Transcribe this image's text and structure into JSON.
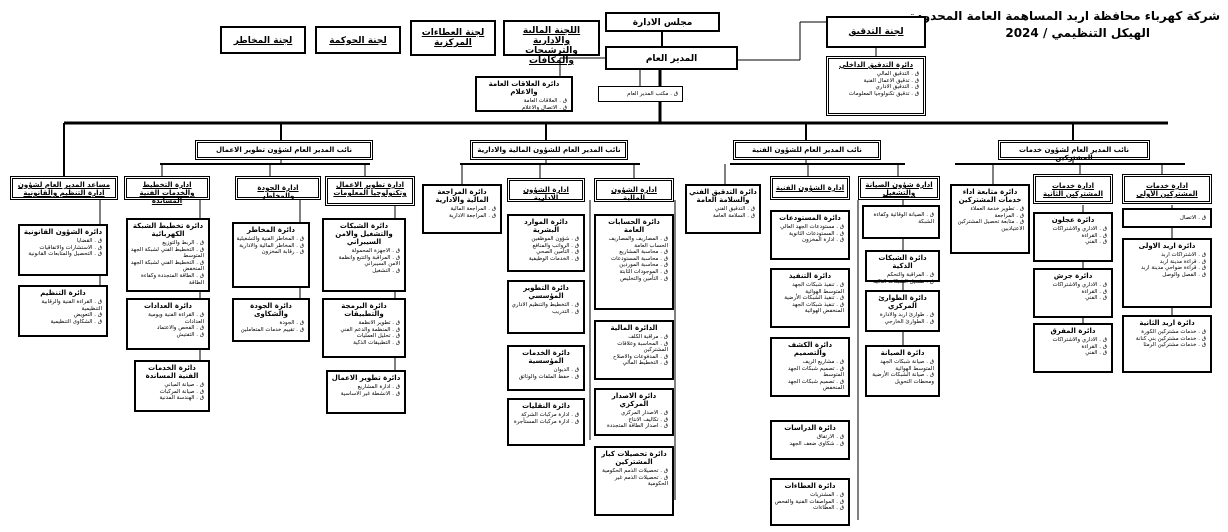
{
  "header": {
    "company": "شركة كهرباء محافظة اربد المساهمة العامة المحدودة",
    "subtitle": "الهيكل التنظيمي / 2024"
  },
  "top_committees": {
    "risks": "لجنة المخاطر",
    "governance": "لجنة الحوكمة",
    "tenders": "لجنة العطاءات المركزية",
    "finance_admin": "اللجنة المالية والادارية والترشيحات والمكافآت",
    "board": "مجلس الادارة",
    "audit": "لجنة التدقيق"
  },
  "gm": {
    "title": "المدير العام",
    "office": "ق . مكتب المدير العام"
  },
  "public_relations": {
    "title": "دائرة العلاقات العامة والاعلام",
    "items": [
      "ق . العلاقات العامة",
      "ق . الاتصال والاعلام"
    ]
  },
  "internal_audit": {
    "title": "دائرة التدقيق الداخلي",
    "items": [
      "ق . التدقيق المالي",
      "ق . تدقيق الاعمال الفنية",
      "ق . التدقيق الاداري",
      "ق . تدقيق تكنولوجيا المعلومات"
    ]
  },
  "deputies": {
    "subscriber_services": "نائب المدير العام لشؤون خدمات المشتركين",
    "technical": "نائب المدير العام للشؤون الفنية",
    "finance_admin": "نائب المدير العام للشؤون المالية والادارية",
    "business_dev": "نائب المدير العام لشؤون تطوير الاعمال"
  },
  "subscriber_services": {
    "first": {
      "title": "ادارة خدمات المشتركين الأولى",
      "items": [
        "ق . الاتصال"
      ]
    },
    "second": {
      "title": "ادارة خدمات المشتركين الثانية"
    },
    "followup": {
      "title": "دائرة متابعة اداء خدمات المشتركين",
      "items": [
        "ق . تطوير خدمة العملاء",
        "ق . المراجعة",
        "ق . متابعة تحصيل المشتركين الاعتياديين"
      ]
    },
    "irbid_first": {
      "title": "دائرة اربد الاولى",
      "items": [
        "ق . الاشتراكات اربد",
        "ق . قراءة مدينة اربد",
        "ق . قراءة ضواحي مدينة اربد",
        "ق . الفصل والوصل"
      ]
    },
    "irbid_second": {
      "title": "دائرة اربد الثانية",
      "items": [
        "ق . خدمات مشتركين الكورة",
        "ق . خدمات مشتركين بني كنانة",
        "ق . خدمات مشتركين الرمثا"
      ]
    },
    "ajloun": {
      "title": "دائرة عجلون",
      "items": [
        "ق . الاداري والاشتراكات",
        "ق . القراءة",
        "ق . الفني"
      ]
    },
    "jerash": {
      "title": "دائرة جرش",
      "items": [
        "ق . الاداري والاشتراكات",
        "ق . القراءة",
        "ق . الفني"
      ]
    },
    "mafraq": {
      "title": "دائرة المفرق",
      "items": [
        "ق . الاداري والاشتراكات",
        "ق . القراءة",
        "ق . الفني"
      ]
    }
  },
  "technical": {
    "maintenance": {
      "title": "ادارة شؤون الصيانة والتشغيل",
      "items": [
        "ق . الصيانة الوقائية وكفاءة الشبكة"
      ]
    },
    "safety": {
      "title": "دائرة التدقيق الفني والسلامة العامة",
      "items": [
        "ق . التدقيق الفني",
        "ق . السلامة العامة"
      ]
    },
    "tech_affairs": {
      "title": "ادارة الشؤون الفنية"
    },
    "networks": {
      "title": "دائرة الشبكات الذكية",
      "items": [
        "ق . المراقبة والتحكم",
        "ق . تشغيل الشبكات الذكية"
      ]
    },
    "emergency": {
      "title": "دائرة الطوارئ المركزي",
      "items": [
        "ق . طوارئ اربد والادارة",
        "ق . الطوارئ الخارجي"
      ]
    },
    "maint_dept": {
      "title": "دائرة الصيانة",
      "items": [
        "ق . صيانة شبكات الجهد المتوسط الهوائية",
        "ق . صيانة الشبكات الأرضية ومحطات التحويل"
      ]
    },
    "warehouses": {
      "title": "دائرة المستودعات",
      "items": [
        "ق . مستودعات الجهد العالي",
        "ق . المستودعات الثانوية",
        "ق . ادارة المخزون"
      ]
    },
    "execution": {
      "title": "دائرة التنفيذ",
      "items": [
        "ق . تنفيذ شبكات الجهد المتوسط الهوائية",
        "ق . تنفيذ الشبكات الأرضية",
        "ق . تنفيذ شبكات الجهد المنخفض الهوائية"
      ]
    },
    "design": {
      "title": "دائرة الكشف والتصميم",
      "items": [
        "ق . مشاريع الريف",
        "ق . تصميم شبكات الجهد المتوسط",
        "ق . تصميم شبكات الجهد المنخفض"
      ]
    },
    "studies": {
      "title": "دائرة الدراسات",
      "items": [
        "ق . الارتفاق",
        "ق . شكاوى ضعف الجهد"
      ]
    },
    "tenders_dept": {
      "title": "دائرة العطاءات",
      "items": [
        "ق . المشتريات",
        "ق . المواصفات الفنية والفحص",
        "ق . العطاءات"
      ]
    }
  },
  "finance_admin": {
    "audit_review": {
      "title": "دائرة المراجعة المالية والادارية",
      "items": [
        "ق . المراجعة المالية",
        "ق . المراجعة الادارية"
      ]
    },
    "finance_affairs": {
      "title": "ادارة الشؤون المالية"
    },
    "admin_affairs": {
      "title": "ادارة الشؤون الادارية"
    },
    "general_accounts": {
      "title": "دائرة الحسابات العامة",
      "items": [
        "ق . المصاريف والمصاريف الحساب العامة",
        "ق . محاسبة المشاريع",
        "ق . محاسبة المستودعات",
        "ق . محاسبة الموردين",
        "ق . الموجودات الثابتة",
        "ق . التأمين والتخليص"
      ]
    },
    "financial": {
      "title": "الدائرة المالية",
      "items": [
        "ق . مراقبة الكلف",
        "ق . المحاسبة وعلاقات المشتركين",
        "ق . المدفوعات والاصلاح",
        "ق . التخطيط المالي"
      ]
    },
    "collections": {
      "title": "دائرة تحصيلات كبار المشتركين",
      "items": [
        "ق . تحصيلات الذمم الحكومية",
        "ق . تحصيلات الذمم غير الحكومية"
      ]
    },
    "hr": {
      "title": "دائرة الموارد البشرية",
      "items": [
        "ق . شؤون الموظفين",
        "ق . الرواتب والمنافع",
        "ق . التأمين الصحي",
        "ق . الخدمات الوظيفية"
      ]
    },
    "dev_inst": {
      "title": "دائرة التطوير المؤسسي",
      "items": [
        "ق . التخطيط والتنظيم الاداري",
        "ق . التدريب"
      ]
    },
    "inst_services": {
      "title": "دائرة الخدمات المؤسسية",
      "items": [
        "ق . الديوان",
        "ق . حفظ الملفات والوثائق"
      ]
    },
    "central_billing": {
      "title": "دائرة الاصدار المركزي",
      "items": [
        "ق . الاصدار المركزي",
        "ق . تكاليف الانتاج",
        "ق . اصدار الطاقة المتجددة"
      ]
    },
    "transport": {
      "title": "دائرة النقليات",
      "items": [
        "ق . ادارة مركبات الشركة",
        "ق . ادارة مركبات المستأجرة"
      ]
    }
  },
  "business_dev": {
    "legal": {
      "title": "مساعد المدير العام لشؤون ادارة التنظيم والقانونية"
    },
    "strategy": {
      "title": "ادارة التخطيط والخدمات الفنية المساندة"
    },
    "quality": {
      "title": "ادارة الجودة والمخاطر"
    },
    "it": {
      "title": "ادارة تطوير الاعمال وتكنولوجيا المعلومات"
    },
    "legal_affairs": {
      "title": "دائرة الشؤون القانونية",
      "items": [
        "ق . القضايا",
        "ق . الاستشارات والاتفاقيات",
        "ق . التحصيل والمتابعات القانونية"
      ]
    },
    "regulation": {
      "title": "دائرة التنظيم",
      "items": [
        "ق . القراءة الفنية والرقابية التنظيمية",
        "ق . التعويض",
        "ق . الشكاوى التنظيمية"
      ]
    },
    "planning": {
      "title": "دائرة تخطيط الشبكة الكهربائية",
      "items": [
        "ق . الربط والتوزيع",
        "ق . التخطيط الفني لشبكة الجهد المتوسط",
        "ق . التخطيط الفني لشبكة الجهد المنخفض",
        "ق . الطاقة المتجددة وكفاءة الطاقة"
      ]
    },
    "meters": {
      "title": "دائرة العدادات",
      "items": [
        "ق . القراءة الفنية ويومية العدادات",
        "ق . الفحص والاعتماد",
        "ق . التفتيش"
      ]
    },
    "tech_support": {
      "title": "دائرة الخدمات الفنية المساندة",
      "items": [
        "ق . صيانة المباني",
        "ق . صيانة المركبات",
        "ق . الهندسة المدنية"
      ]
    },
    "risk_dept": {
      "title": "دائرة المخاطر",
      "items": [
        "ق . المخاطر الفنية والتشغيلية",
        "ق . المخاطر المالية والادارية",
        "ق . رقابة المخزون"
      ]
    },
    "quality_dept": {
      "title": "دائرة الجودة والشكاوى",
      "items": [
        "ق . الجودة",
        "ق . تقييم خدمات المتعاملين"
      ]
    },
    "networks_security": {
      "title": "دائرة الشبكات والتشغيل والامن السيبراني",
      "items": [
        "ق . الاجهزة المحمولة",
        "ق . المراقبة والتتبع وانظمة الامن السيبراني",
        "ق . التشغيل"
      ]
    },
    "programming": {
      "title": "دائرة البرمجة والتطبيقات",
      "items": [
        "ق . تطوير الانظمة",
        "ق . المنظمة والدعم الفني",
        "ق . تحليل العمليات",
        "ق . التطبيقات الذكية"
      ]
    },
    "bizdev": {
      "title": "دائرة تطوير الاعمال",
      "items": [
        "ق . ادارة المشاريع",
        "ق . الانشطة غير الاساسية"
      ]
    }
  }
}
